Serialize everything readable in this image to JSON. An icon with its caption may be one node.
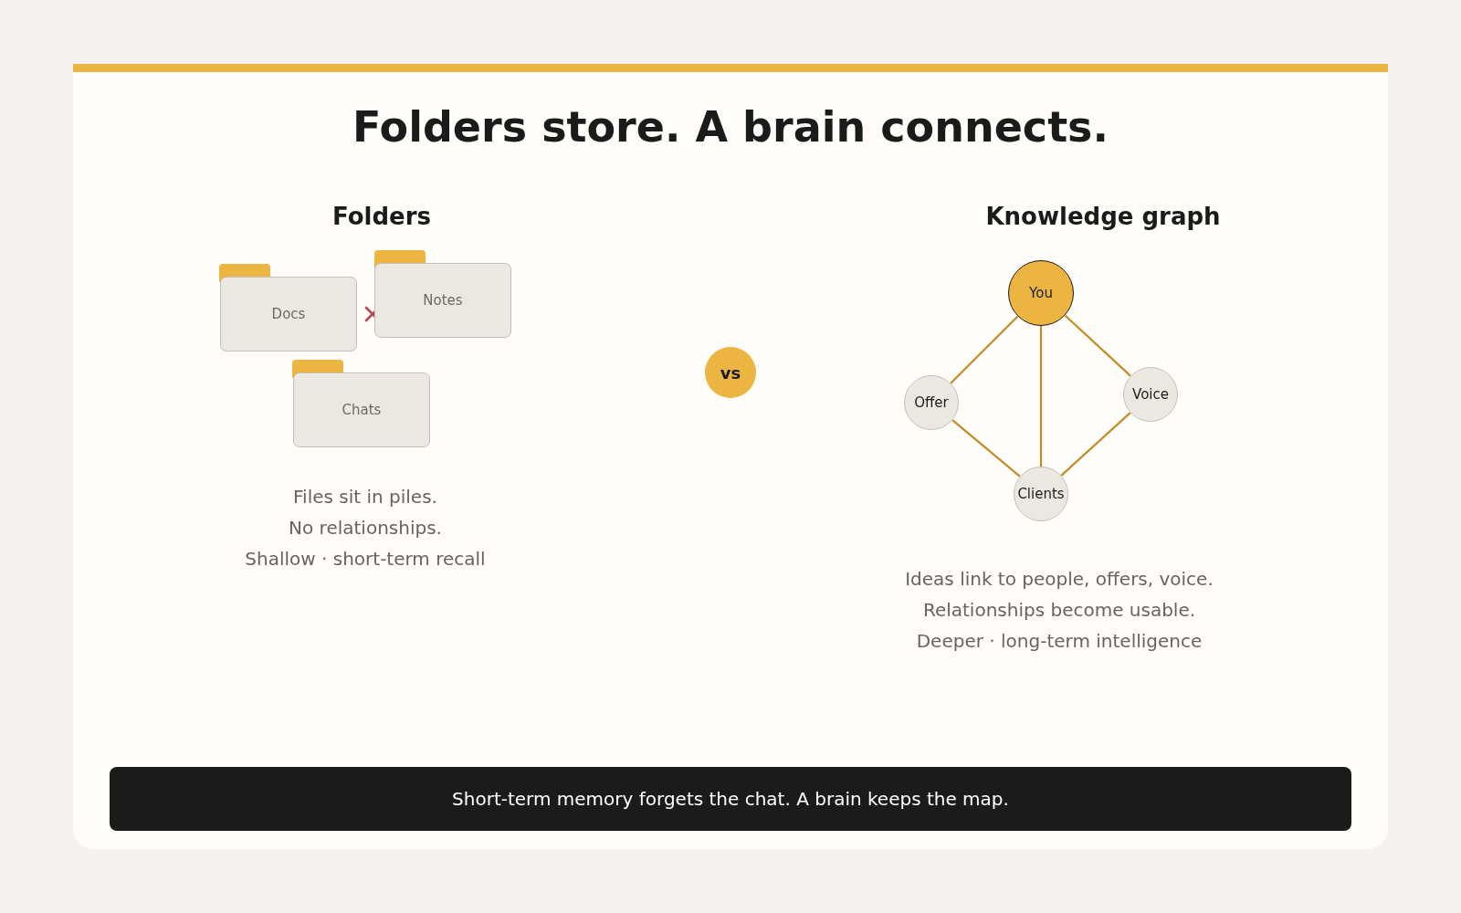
{
  "diagram": {
    "title": "Folders store. A brain connects.",
    "nodes": [
      {
        "text": [
          "Docs"
        ]
      },
      {
        "text": [
          "Notes"
        ]
      },
      {
        "text": [
          "Chats"
        ]
      },
      {
        "text": [
          "vs"
        ]
      },
      {
        "text": [
          "You"
        ]
      },
      {
        "text": [
          "Offer"
        ]
      },
      {
        "text": [
          "Voice"
        ]
      },
      {
        "text": [
          "Clients"
        ]
      },
      {
        "text": [
          "Short-term memory forgets the chat. A brain keeps the map."
        ]
      }
    ],
    "edges": [
      {
        "from": 4,
        "to": 5,
        "arrow": "none"
      },
      {
        "from": 4,
        "to": 7,
        "arrow": "none"
      },
      {
        "from": 4,
        "to": 6,
        "arrow": "none"
      },
      {
        "from": 5,
        "to": 7,
        "arrow": "none"
      },
      {
        "from": 6,
        "to": 7,
        "arrow": "none"
      }
    ],
    "labels": [
      "Folders",
      "Knowledge graph",
      "Files sit in piles.",
      "No relationships.",
      "Shallow · short-term recall",
      "Ideas link to people, offers, voice.",
      "Relationships become usable.",
      "Deeper · long-term intelligence"
    ]
  }
}
